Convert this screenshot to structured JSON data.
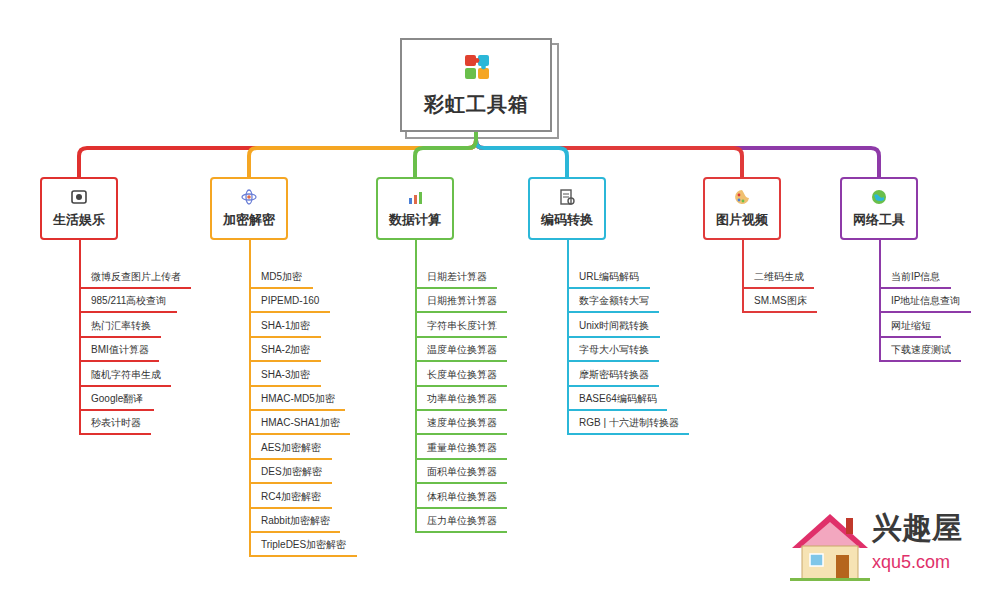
{
  "diagram": {
    "nodes": [
      {
        "text": [
          "彩虹工具箱"
        ]
      },
      {
        "text": [
          "生活娱乐"
        ]
      },
      {
        "text": [
          "微博反查图片上传者"
        ]
      },
      {
        "text": [
          "985/211高校查询"
        ]
      },
      {
        "text": [
          "热门汇率转换"
        ]
      },
      {
        "text": [
          "BMI值计算器"
        ]
      },
      {
        "text": [
          "随机字符串生成"
        ]
      },
      {
        "text": [
          "Google翻译"
        ]
      },
      {
        "text": [
          "秒表计时器"
        ]
      },
      {
        "text": [
          "加密解密"
        ]
      },
      {
        "text": [
          "MD5加密"
        ]
      },
      {
        "text": [
          "PIPEMD-160"
        ]
      },
      {
        "text": [
          "SHA-1加密"
        ]
      },
      {
        "text": [
          "SHA-2加密"
        ]
      },
      {
        "text": [
          "SHA-3加密"
        ]
      },
      {
        "text": [
          "HMAC-MD5加密"
        ]
      },
      {
        "text": [
          "HMAC-SHA1加密"
        ]
      },
      {
        "text": [
          "AES加密解密"
        ]
      },
      {
        "text": [
          "DES加密解密"
        ]
      },
      {
        "text": [
          "RC4加密解密"
        ]
      },
      {
        "text": [
          "Rabbit加密解密"
        ]
      },
      {
        "text": [
          "TripleDES加密解密"
        ]
      },
      {
        "text": [
          "数据计算"
        ]
      },
      {
        "text": [
          "日期差计算器"
        ]
      },
      {
        "text": [
          "日期推算计算器"
        ]
      },
      {
        "text": [
          "字符串长度计算"
        ]
      },
      {
        "text": [
          "温度单位换算器"
        ]
      },
      {
        "text": [
          "长度单位换算器"
        ]
      },
      {
        "text": [
          "功率单位换算器"
        ]
      },
      {
        "text": [
          "速度单位换算器"
        ]
      },
      {
        "text": [
          "重量单位换算器"
        ]
      },
      {
        "text": [
          "面积单位换算器"
        ]
      },
      {
        "text": [
          "体积单位换算器"
        ]
      },
      {
        "text": [
          "压力单位换算器"
        ]
      },
      {
        "text": [
          "编码转换"
        ]
      },
      {
        "text": [
          "URL编码解码"
        ]
      },
      {
        "text": [
          "数字金额转大写"
        ]
      },
      {
        "text": [
          "Unix时间戳转换"
        ]
      },
      {
        "text": [
          "字母大小写转换"
        ]
      },
      {
        "text": [
          "摩斯密码转换器"
        ]
      },
      {
        "text": [
          "BASE64编码解码"
        ]
      },
      {
        "text": [
          "RGB | 十六进制转换器"
        ]
      },
      {
        "text": [
          "图片视频"
        ]
      },
      {
        "text": [
          "二维码生成"
        ]
      },
      {
        "text": [
          "SM.MS图床"
        ]
      },
      {
        "text": [
          "网络工具"
        ]
      },
      {
        "text": [
          "当前IP信息"
        ]
      },
      {
        "text": [
          "IP地址信息查询"
        ]
      },
      {
        "text": [
          "网址缩短"
        ]
      },
      {
        "text": [
          "下载速度测试"
        ]
      }
    ],
    "edges": [
      {
        "from": 0,
        "to": 1,
        "arrow": "none"
      },
      {
        "from": 0,
        "to": 9,
        "arrow": "none"
      },
      {
        "from": 0,
        "to": 22,
        "arrow": "none"
      },
      {
        "from": 0,
        "to": 34,
        "arrow": "none"
      },
      {
        "from": 0,
        "to": 42,
        "arrow": "none"
      },
      {
        "from": 0,
        "to": 45,
        "arrow": "none"
      },
      {
        "from": 1,
        "to": 2,
        "arrow": "none"
      },
      {
        "from": 1,
        "to": 3,
        "arrow": "none"
      },
      {
        "from": 1,
        "to": 4,
        "arrow": "none"
      },
      {
        "from": 1,
        "to": 5,
        "arrow": "none"
      },
      {
        "from": 1,
        "to": 6,
        "arrow": "none"
      },
      {
        "from": 1,
        "to": 7,
        "arrow": "none"
      },
      {
        "from": 1,
        "to": 8,
        "arrow": "none"
      },
      {
        "from": 9,
        "to": 10,
        "arrow": "none"
      },
      {
        "from": 9,
        "to": 11,
        "arrow": "none"
      },
      {
        "from": 9,
        "to": 12,
        "arrow": "none"
      },
      {
        "from": 9,
        "to": 13,
        "arrow": "none"
      },
      {
        "from": 9,
        "to": 14,
        "arrow": "none"
      },
      {
        "from": 9,
        "to": 15,
        "arrow": "none"
      },
      {
        "from": 9,
        "to": 16,
        "arrow": "none"
      },
      {
        "from": 9,
        "to": 17,
        "arrow": "none"
      },
      {
        "from": 9,
        "to": 18,
        "arrow": "none"
      },
      {
        "from": 9,
        "to": 19,
        "arrow": "none"
      },
      {
        "from": 9,
        "to": 20,
        "arrow": "none"
      },
      {
        "from": 9,
        "to": 21,
        "arrow": "none"
      },
      {
        "from": 22,
        "to": 23,
        "arrow": "none"
      },
      {
        "from": 22,
        "to": 24,
        "arrow": "none"
      },
      {
        "from": 22,
        "to": 25,
        "arrow": "none"
      },
      {
        "from": 22,
        "to": 26,
        "arrow": "none"
      },
      {
        "from": 22,
        "to": 27,
        "arrow": "none"
      },
      {
        "from": 22,
        "to": 28,
        "arrow": "none"
      },
      {
        "from": 22,
        "to": 29,
        "arrow": "none"
      },
      {
        "from": 22,
        "to": 30,
        "arrow": "none"
      },
      {
        "from": 22,
        "to": 31,
        "arrow": "none"
      },
      {
        "from": 22,
        "to": 32,
        "arrow": "none"
      },
      {
        "from": 22,
        "to": 33,
        "arrow": "none"
      },
      {
        "from": 34,
        "to": 35,
        "arrow": "none"
      },
      {
        "from": 34,
        "to": 36,
        "arrow": "none"
      },
      {
        "from": 34,
        "to": 37,
        "arrow": "none"
      },
      {
        "from": 34,
        "to": 38,
        "arrow": "none"
      },
      {
        "from": 34,
        "to": 39,
        "arrow": "none"
      },
      {
        "from": 34,
        "to": 40,
        "arrow": "none"
      },
      {
        "from": 34,
        "to": 41,
        "arrow": "none"
      },
      {
        "from": 42,
        "to": 43,
        "arrow": "none"
      },
      {
        "from": 42,
        "to": 44,
        "arrow": "none"
      },
      {
        "from": 45,
        "to": 46,
        "arrow": "none"
      },
      {
        "from": 45,
        "to": 47,
        "arrow": "none"
      },
      {
        "from": 45,
        "to": 48,
        "arrow": "none"
      },
      {
        "from": 45,
        "to": 49,
        "arrow": "none"
      }
    ],
    "labels": [
      "兴趣屋",
      "xqu5.com"
    ]
  }
}
